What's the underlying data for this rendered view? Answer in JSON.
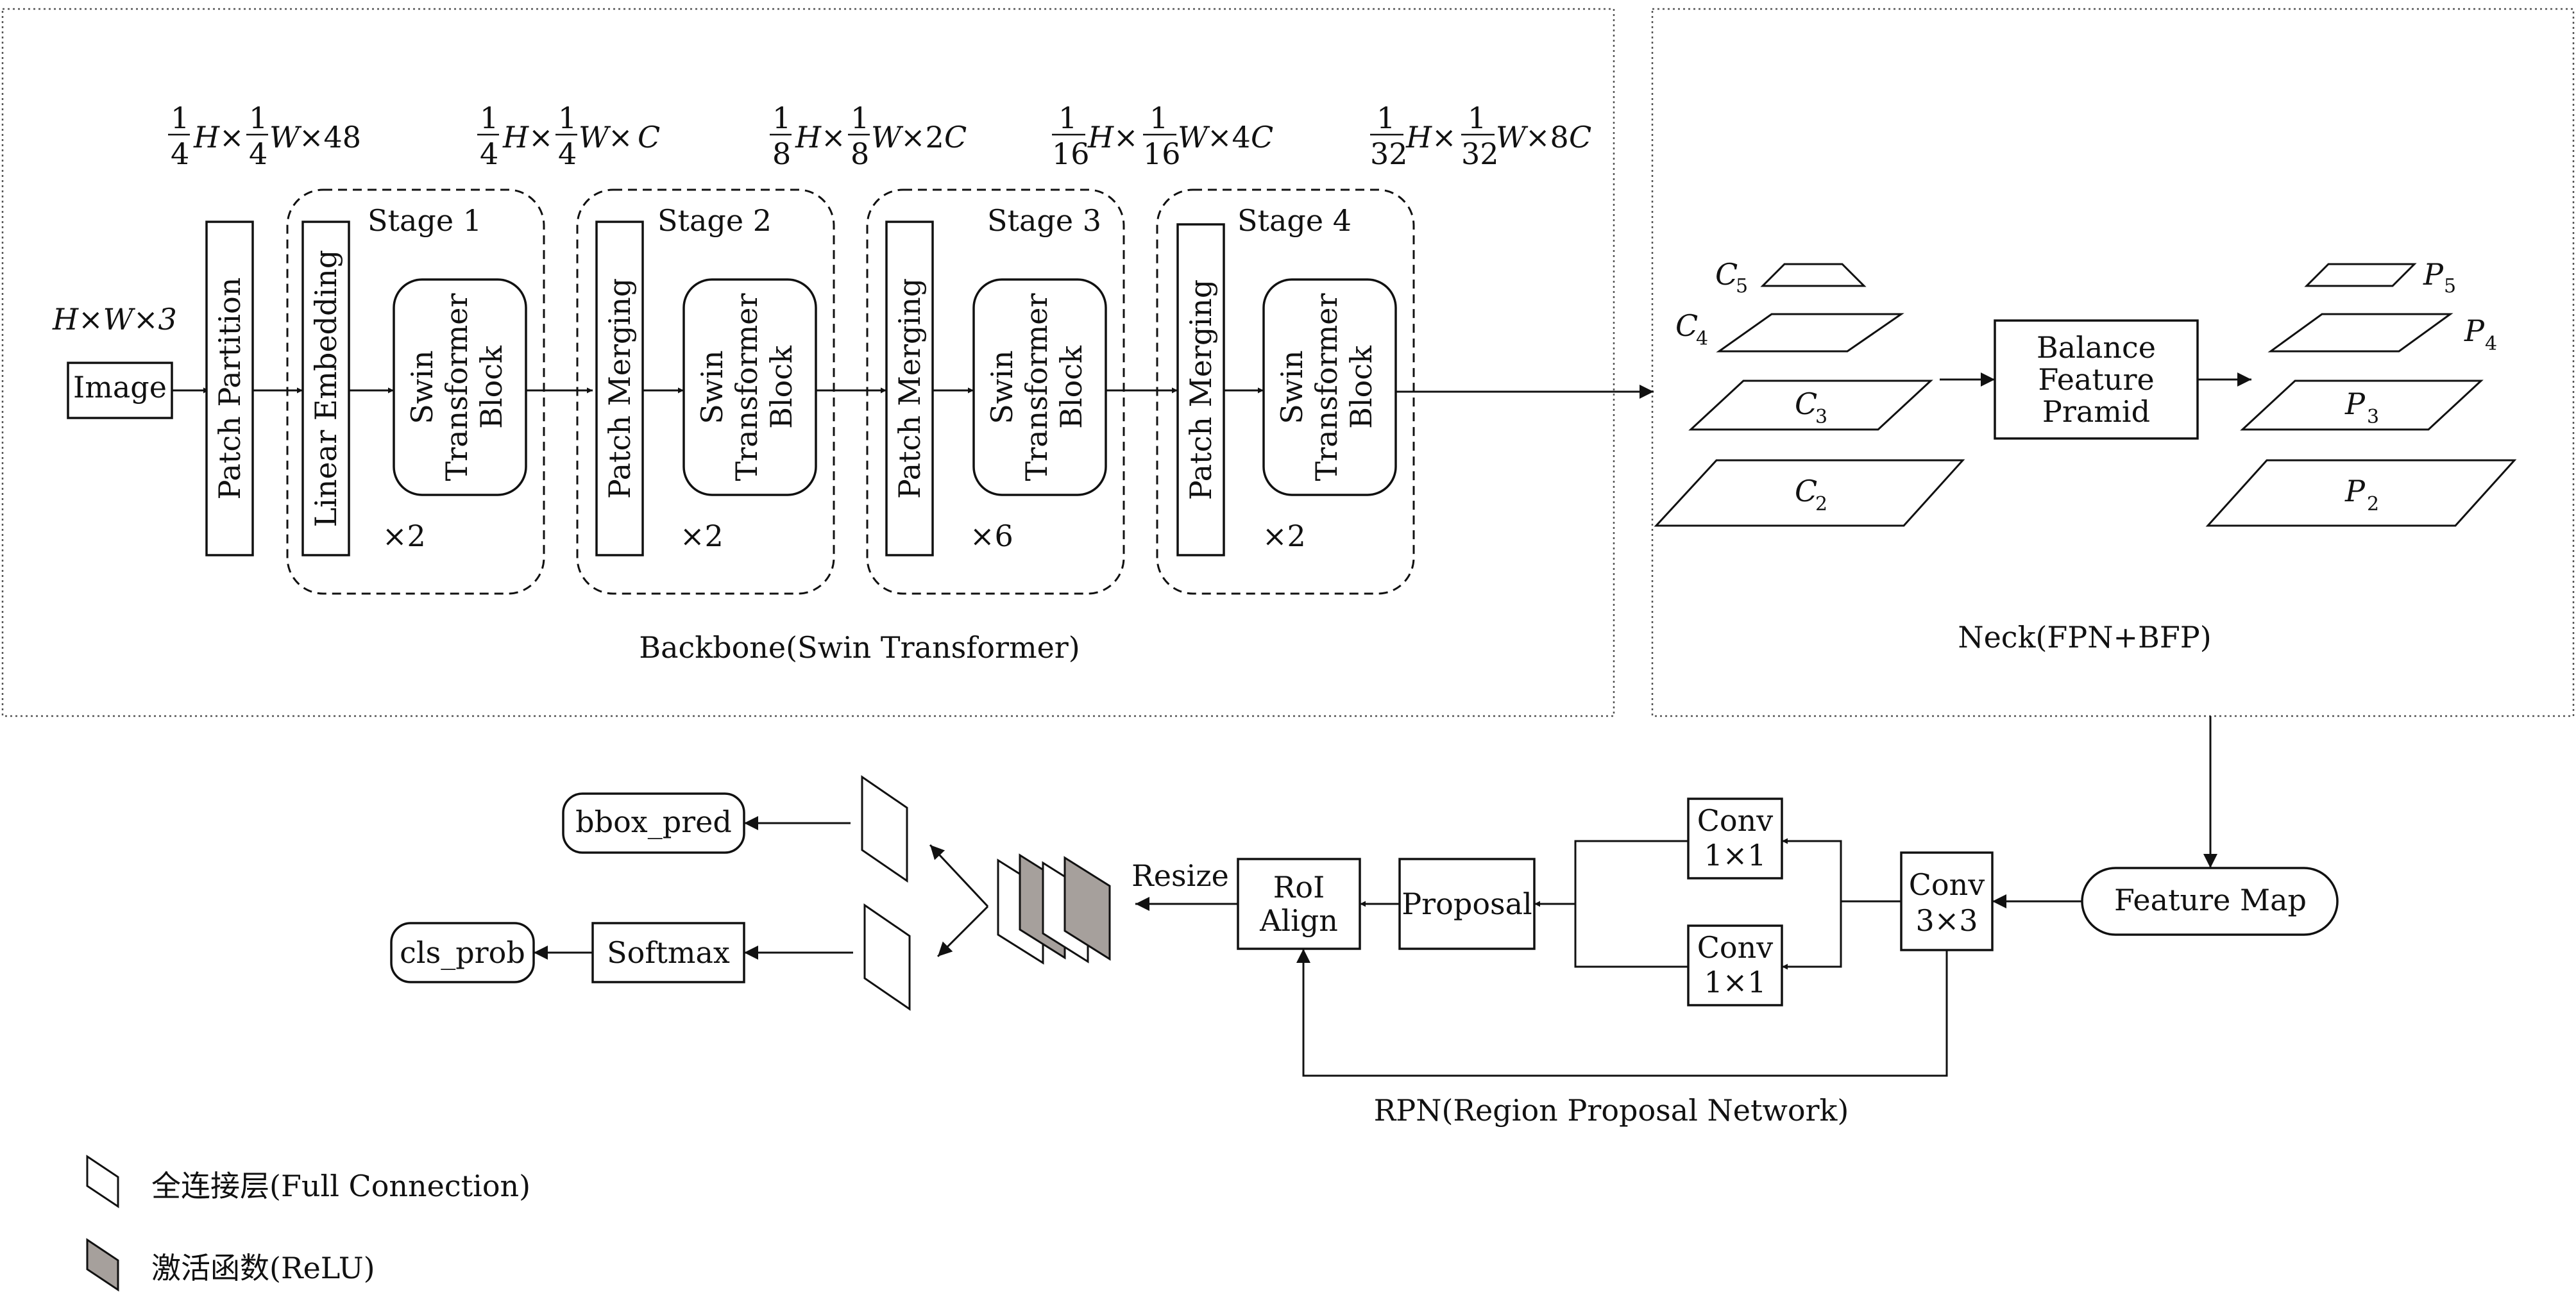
{
  "backbone": {
    "title": "Backbone(Swin Transformer)",
    "input_dim": "H×W×3",
    "image_label": "Image",
    "patch_partition": "Patch Partition",
    "dims": [
      {
        "pre": "1/4 H × 1/4 W × 48"
      },
      {
        "pre": "1/4 H × 1/4 W × C"
      },
      {
        "pre": "1/8 H × 1/8 W × 2C"
      },
      {
        "pre": "1/16 H × 1/16 W × 4C"
      },
      {
        "pre": "1/32 H × 1/32 W × 8C"
      }
    ],
    "stages": [
      {
        "title": "Stage 1",
        "first": "Linear Embedding",
        "block": [
          "Swin",
          "Transformer",
          "Block"
        ],
        "repeat": "×2"
      },
      {
        "title": "Stage 2",
        "first": "Patch Merging",
        "block": [
          "Swin",
          "Transformer",
          "Block"
        ],
        "repeat": "×2"
      },
      {
        "title": "Stage 3",
        "first": "Patch Merging",
        "block": [
          "Swin",
          "Transformer",
          "Block"
        ],
        "repeat": "×6"
      },
      {
        "title": "Stage 4",
        "first": "Patch Merging",
        "block": [
          "Swin",
          "Transformer",
          "Block"
        ],
        "repeat": "×2"
      }
    ]
  },
  "neck": {
    "title": "Neck(FPN+BFP)",
    "bfp": [
      "Balance",
      "Feature",
      "Pramid"
    ],
    "c_labels": [
      "C",
      "C",
      "C",
      "C"
    ],
    "c_subs": [
      "5",
      "4",
      "3",
      "2"
    ],
    "p_labels": [
      "P",
      "P",
      "P",
      "P"
    ],
    "p_subs": [
      "5",
      "4",
      "3",
      "2"
    ]
  },
  "rpn": {
    "title": "RPN(Region Proposal Network)",
    "feature_map": "Feature Map",
    "conv3": [
      "Conv",
      "3×3"
    ],
    "conv1a": [
      "Conv",
      "1×1"
    ],
    "conv1b": [
      "Conv",
      "1×1"
    ],
    "proposal": "Proposal",
    "roi": [
      "RoI",
      "Align"
    ],
    "resize": "Resize"
  },
  "head": {
    "bbox_pred": "bbox_pred",
    "softmax": "Softmax",
    "cls_prob": "cls_prob"
  },
  "legend": {
    "fc": "全连接层(Full Connection)",
    "relu": "激活函数(ReLU)"
  },
  "colors": {
    "line": "#111111",
    "relu_fill": "#a6a09c"
  }
}
